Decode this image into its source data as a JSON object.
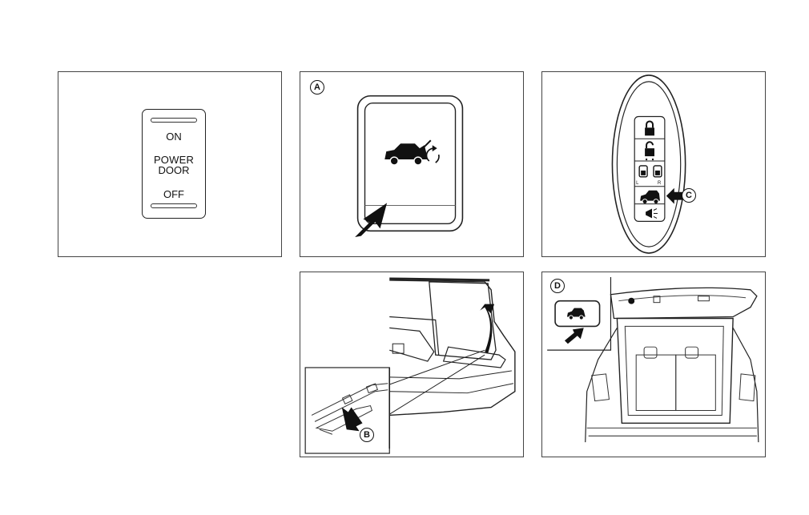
{
  "switch_panel": {
    "on_label": "ON",
    "power_label": "POWER",
    "door_label": "DOOR",
    "off_label": "OFF"
  },
  "callouts": {
    "a": "A",
    "b": "B",
    "c": "C",
    "d": "D"
  },
  "fob": {
    "l_label": "L",
    "r_label": "R"
  }
}
